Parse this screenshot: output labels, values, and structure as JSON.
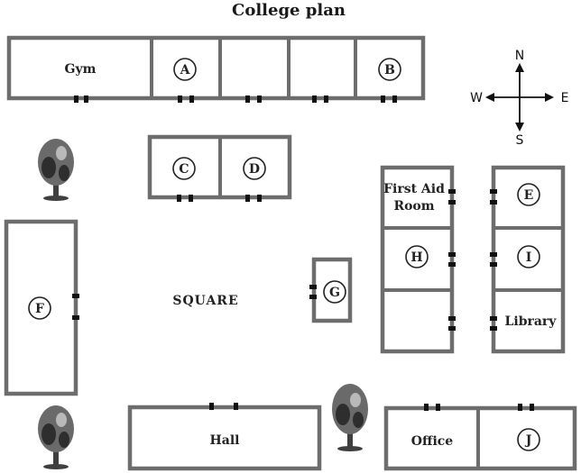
{
  "title": "College plan",
  "labels": {
    "gym": "Gym",
    "first_aid_line1": "First Aid",
    "first_aid_line2": "Room",
    "library": "Library",
    "square": "SQUARE",
    "hall": "Hall",
    "office": "Office"
  },
  "markers": {
    "a": "A",
    "b": "B",
    "c": "C",
    "d": "D",
    "e": "E",
    "f": "F",
    "g": "G",
    "h": "H",
    "i": "I",
    "j": "J"
  },
  "compass": {
    "n": "N",
    "s": "S",
    "e": "E",
    "w": "W"
  }
}
